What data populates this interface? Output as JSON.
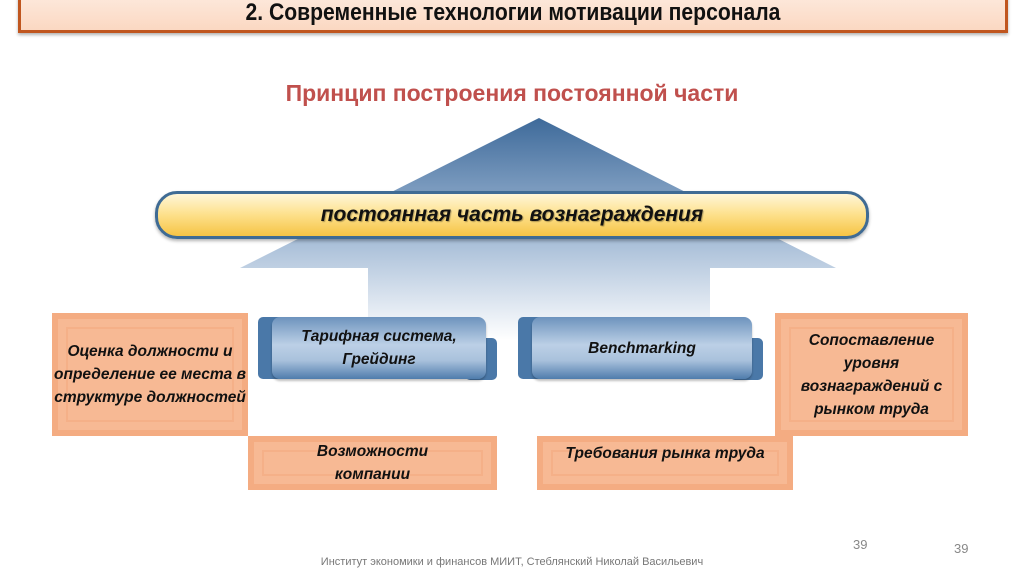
{
  "header": {
    "title": "2. Современные технологии мотивации персонала"
  },
  "diagram": {
    "subtitle": "Принцип построения постоянной части",
    "top_band": "постоянная часть вознаграждения",
    "tools": [
      {
        "label": "Тарифная система, Грейдинг"
      },
      {
        "label": "Benchmarking"
      }
    ],
    "factors": {
      "job_evaluation": "Оценка  должности и определение ее места в структуре должностей",
      "company_capabilities": "Возможности компании",
      "labor_market_requirements": "Требования рынка труда",
      "market_comparison": "Сопоставление уровня вознаграждений с рынком труда"
    }
  },
  "footer": {
    "institute": "Институт экономики и финансов МИИТ, Стеблянский Николай Васильевич",
    "page_number_inner": "39",
    "page_number_outer": "39"
  },
  "colors": {
    "accent_red": "#c0504d",
    "orange": "#f7b994",
    "blue": "#4a78a8",
    "gold": "#f6c445"
  }
}
